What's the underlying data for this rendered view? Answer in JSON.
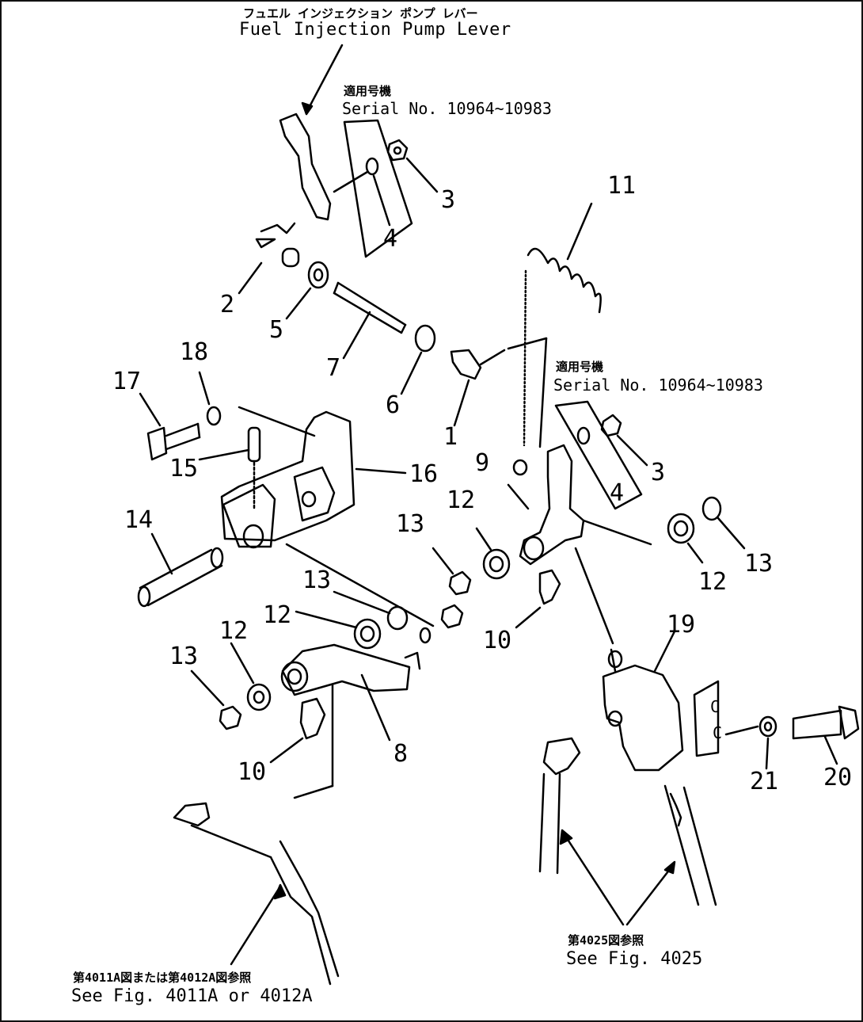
{
  "captions": {
    "fuel_lever_jp": "フュエル インジェクション ポンプ レバー",
    "fuel_lever_en": "Fuel Injection Pump Lever",
    "serial_top_jp": "適用号機",
    "serial_top_en": "Serial No. 10964~10983",
    "serial_right_jp": "適用号機",
    "serial_right_en": "Serial No. 10964~10983",
    "see4025_jp": "第4025図参照",
    "see4025_en": "See Fig. 4025",
    "see4011_jp": "第4011A図または第4012A図参照",
    "see4011_en": "See Fig. 4011A or 4012A"
  },
  "callouts": {
    "c1": "1",
    "c2": "2",
    "c3a": "3",
    "c3b": "3",
    "c4a": "4",
    "c4b": "4",
    "c5": "5",
    "c6": "6",
    "c7": "7",
    "c8": "8",
    "c9": "9",
    "c10a": "10",
    "c10b": "10",
    "c11": "11",
    "c12a": "12",
    "c12b": "12",
    "c12c": "12",
    "c12d": "12",
    "c13a": "13",
    "c13b": "13",
    "c13c": "13",
    "c13d": "13",
    "c14": "14",
    "c15": "15",
    "c16": "16",
    "c17": "17",
    "c18": "18",
    "c19": "19",
    "c20": "20",
    "c21": "21"
  },
  "marks": {
    "c_upper": "C",
    "c_lower": "C"
  }
}
